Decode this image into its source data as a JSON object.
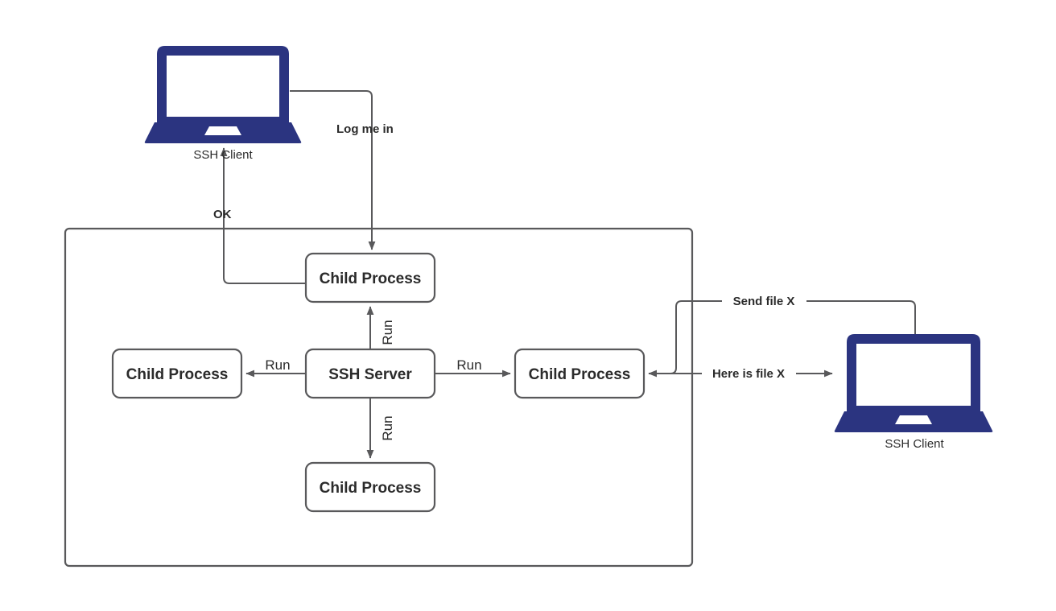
{
  "diagram": {
    "title": "SSH Server child process diagram",
    "colors": {
      "laptop": "#2b3480",
      "stroke": "#59595b",
      "text": "#2b2b2b",
      "background": "#ffffff"
    },
    "server_container": {
      "label": ""
    },
    "nodes": {
      "ssh_server": "SSH Server",
      "child_top": "Child Process",
      "child_left": "Child Process",
      "child_right": "Child Process",
      "child_bottom": "Child Process",
      "client_top_caption": "SSH Client",
      "client_right_caption": "SSH Client"
    },
    "edges": {
      "log_me_in": "Log me in",
      "ok": "OK",
      "run_top": "Run",
      "run_left": "Run",
      "run_right": "Run",
      "run_bottom": "Run",
      "send_file": "Send file X",
      "here_is_file": "Here is file X"
    },
    "icons": {
      "laptop_top": "laptop-icon",
      "laptop_right": "laptop-icon"
    }
  }
}
